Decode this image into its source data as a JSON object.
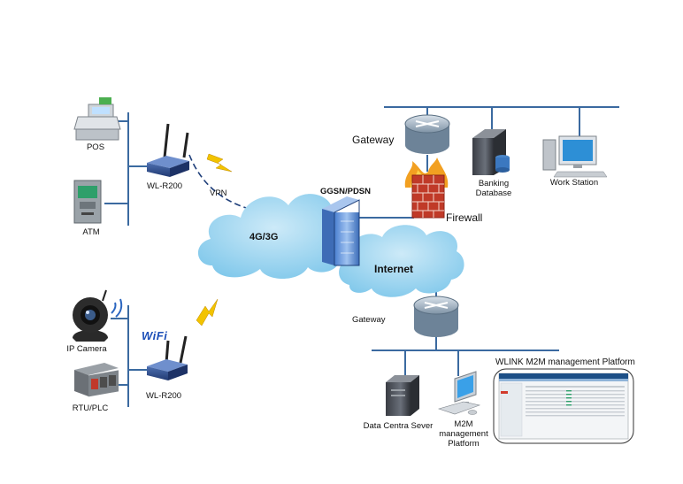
{
  "labels": {
    "pos": "POS",
    "atm": "ATM",
    "router_top": "WL-R200",
    "router_bottom": "WL-R200",
    "vpn": "VPN",
    "cloud_4g": "4G/3G",
    "ggsn": "GGSN/PDSN",
    "internet": "Internet",
    "gateway_top": "Gateway",
    "gateway_bottom": "Gateway",
    "firewall": "Firewall",
    "banking_db_line1": "Banking",
    "banking_db_line2": "Database",
    "workstation": "Work Station",
    "ip_camera": "IP Camera",
    "rtu_plc": "RTU/PLC",
    "wifi": "WiFi",
    "data_center": "Data Centra Sever",
    "m2m_line1": "M2M",
    "m2m_line2": "management",
    "m2m_line3": "Platform",
    "platform_title": "WLINK M2M management Platform"
  }
}
